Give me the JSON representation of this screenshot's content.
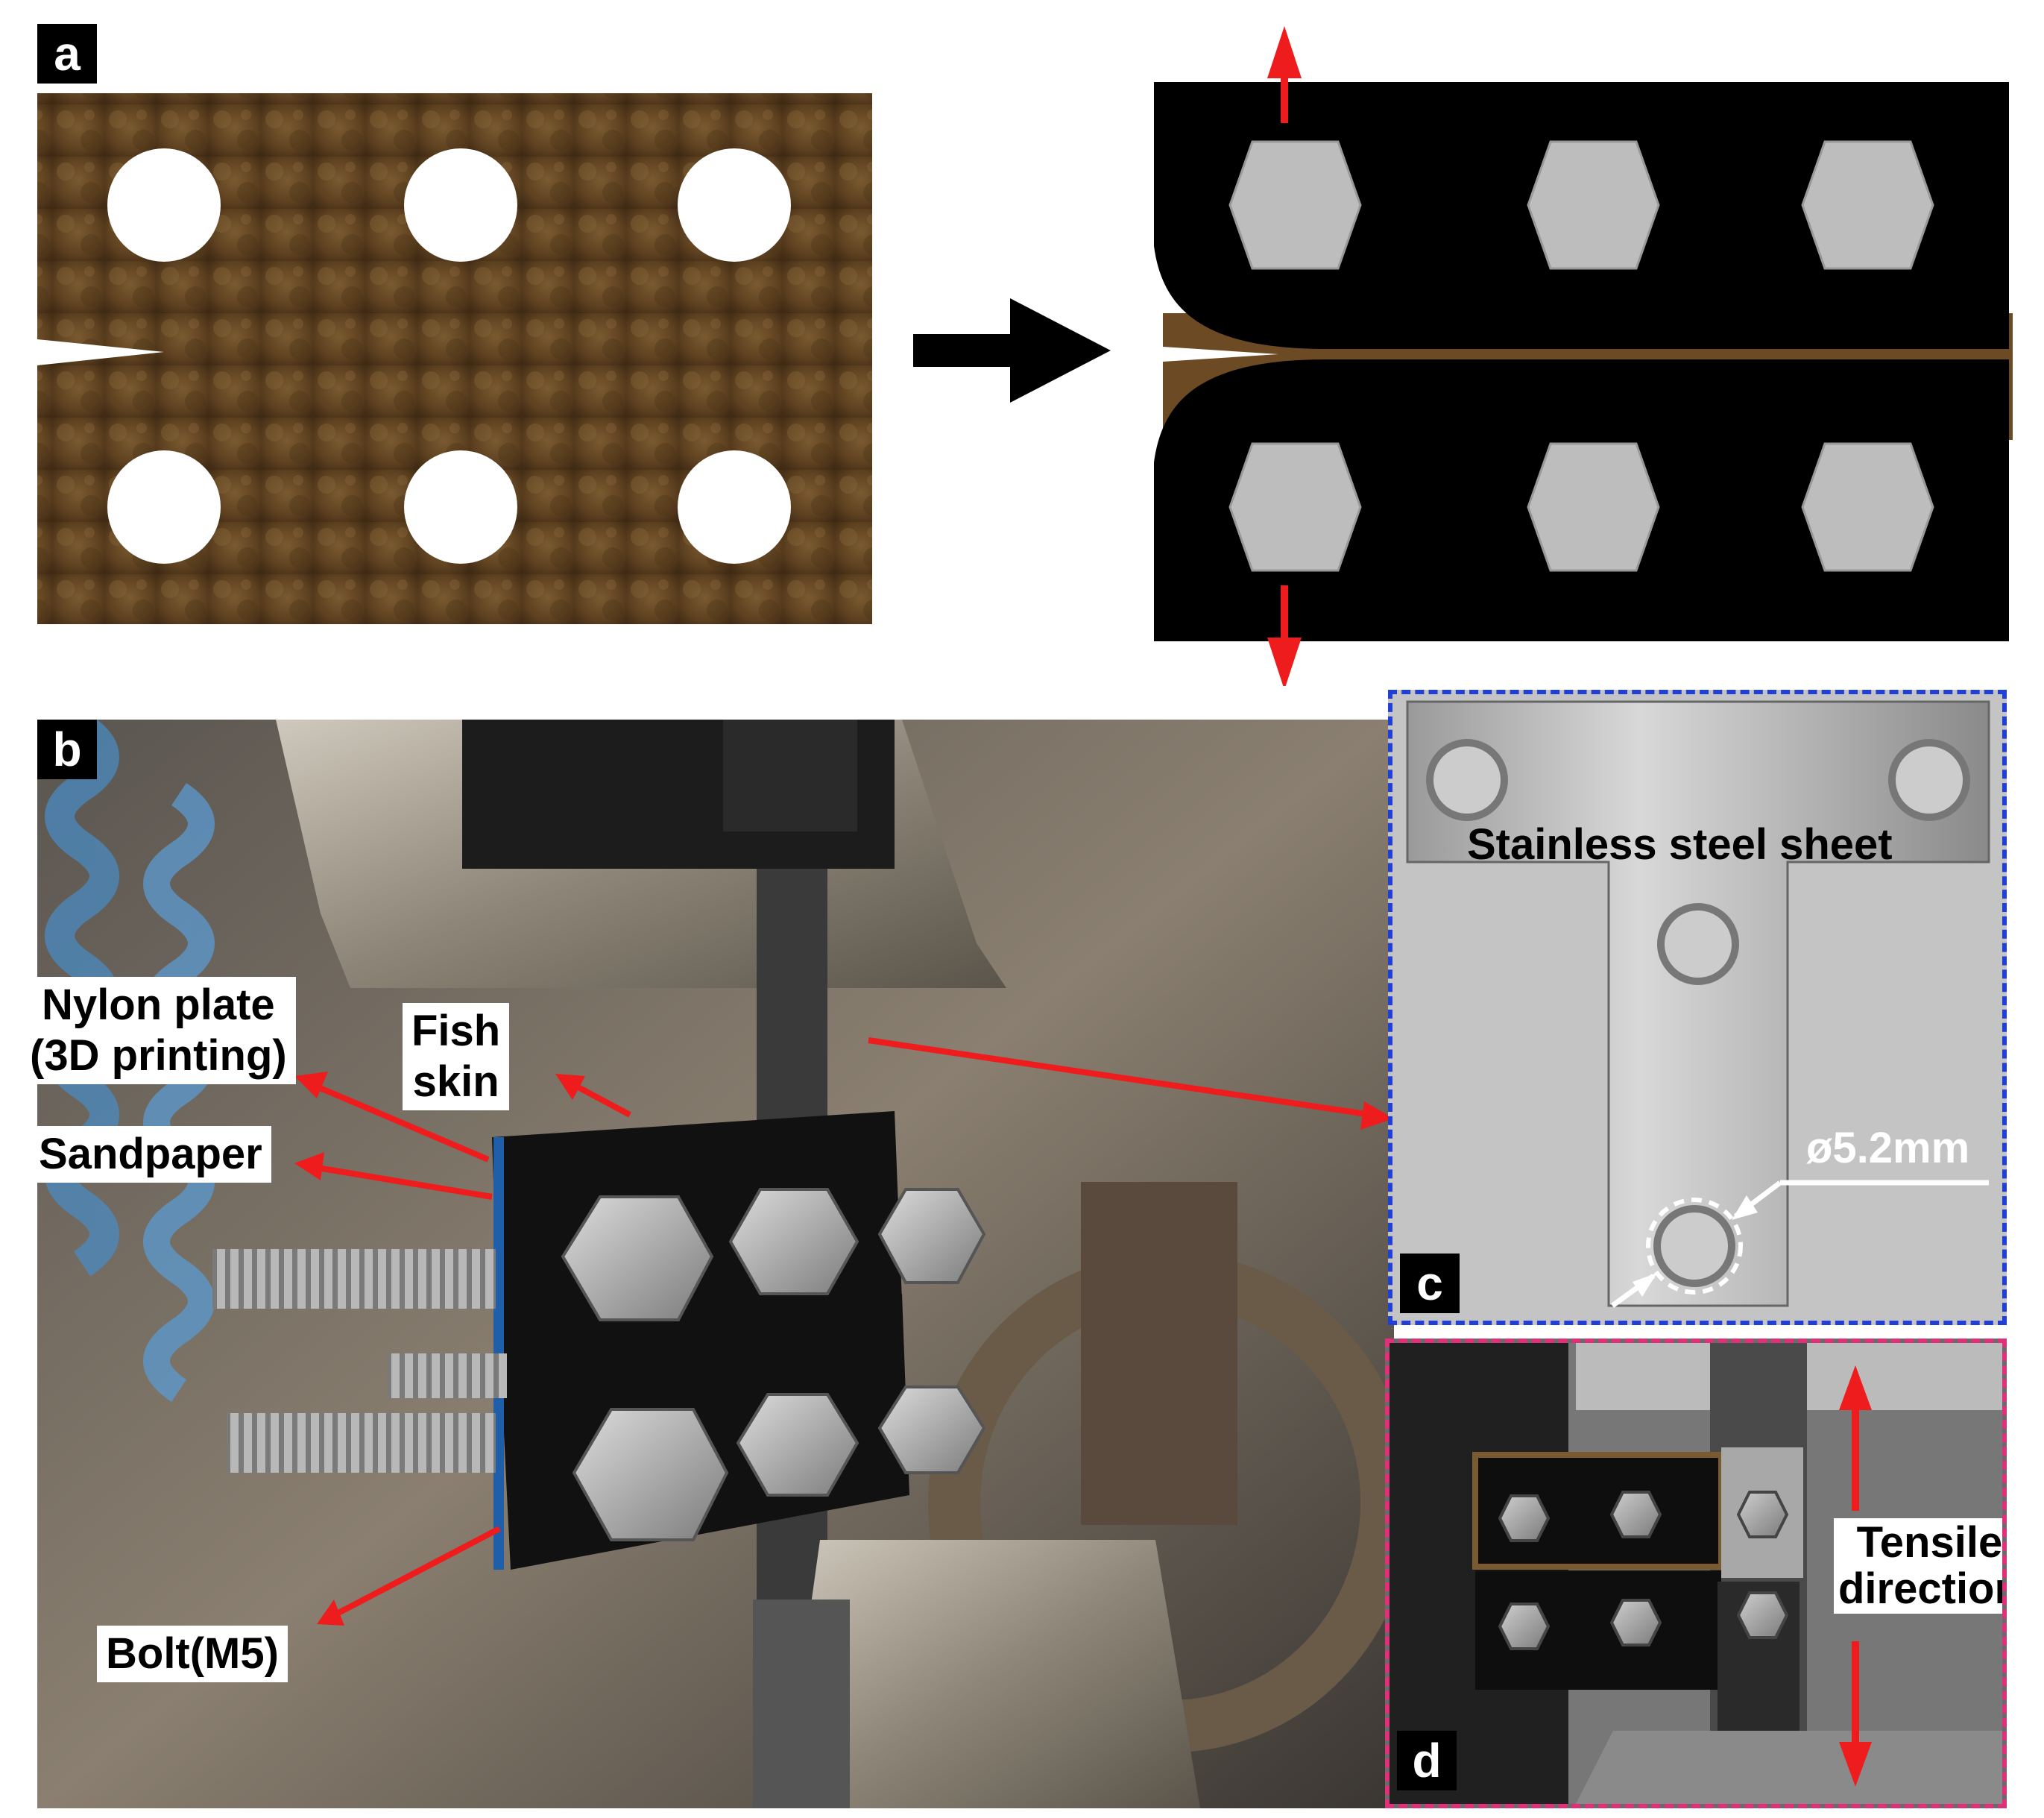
{
  "panels": {
    "a": {
      "badge": "a"
    },
    "b": {
      "badge": "b"
    },
    "c": {
      "badge": "c"
    },
    "d": {
      "badge": "d"
    }
  },
  "labels": {
    "nylon_line1": "Nylon plate",
    "nylon_line2": "(3D printing)",
    "fish_line1": "Fish",
    "fish_line2": "skin",
    "sandpaper": "Sandpaper",
    "bolt": "Bolt(M5)",
    "stainless": "Stainless steel sheet",
    "diameter": "ø5.2mm",
    "tensile_line1": "Tensile",
    "tensile_line2": "direction"
  },
  "colors": {
    "arrow_red": "#ee1c1c",
    "skin_brown": "#6b4a24",
    "panel_c_border": "#1f3fd6",
    "panel_d_border": "#e0307a",
    "hexagon_gray": "#bdbdbd"
  }
}
